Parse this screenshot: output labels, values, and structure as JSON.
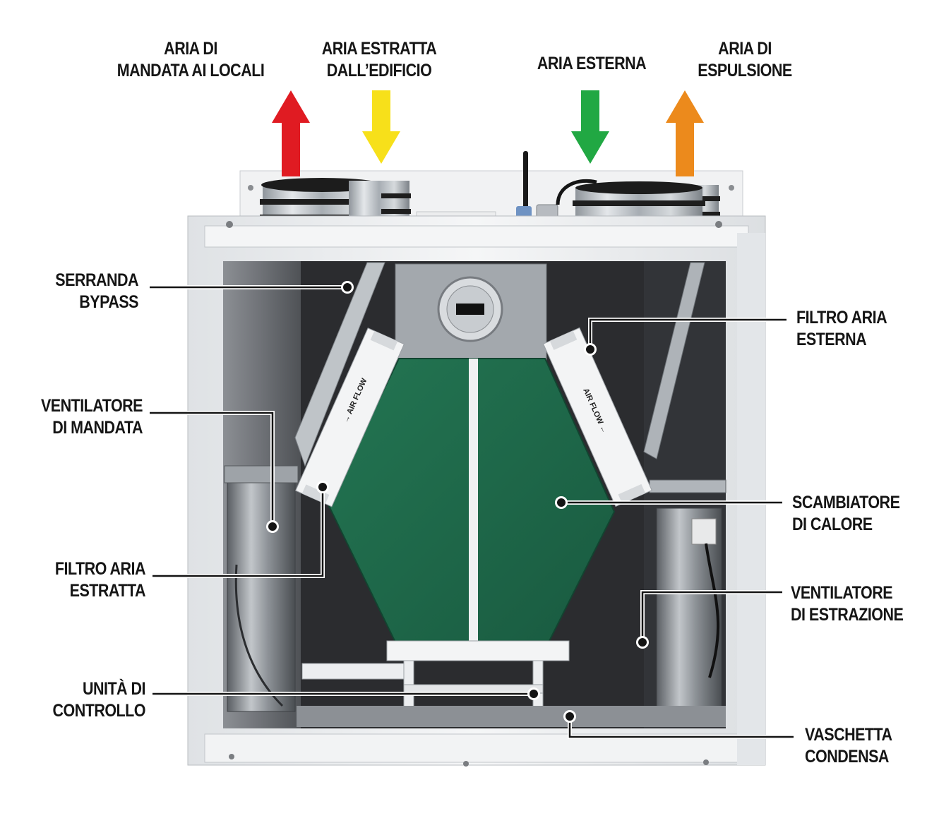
{
  "top_labels": [
    {
      "id": "supply-air",
      "lines": [
        "ARIA DI",
        "MANDATA AI LOCALI"
      ],
      "arrow": "up",
      "color": "#e01b22"
    },
    {
      "id": "extract-air",
      "lines": [
        "ARIA ESTRATTA",
        "DALL’EDIFICIO"
      ],
      "arrow": "down",
      "color": "#f7e01a"
    },
    {
      "id": "outdoor-air",
      "lines": [
        "ARIA ESTERNA"
      ],
      "arrow": "down",
      "color": "#21a843"
    },
    {
      "id": "exhaust-air",
      "lines": [
        "ARIA DI",
        "ESPULSIONE"
      ],
      "arrow": "up",
      "color": "#ec8a1c"
    }
  ],
  "left_labels": [
    {
      "id": "bypass-damper",
      "lines": [
        "SERRANDA",
        "BYPASS"
      ]
    },
    {
      "id": "supply-fan",
      "lines": [
        "VENTILATORE",
        "DI MANDATA"
      ]
    },
    {
      "id": "extract-filter",
      "lines": [
        "FILTRO ARIA",
        "ESTRATTA"
      ]
    },
    {
      "id": "control-unit",
      "lines": [
        "UNITÀ DI",
        "CONTROLLO"
      ]
    }
  ],
  "right_labels": [
    {
      "id": "outdoor-filter",
      "lines": [
        "FILTRO ARIA",
        "ESTERNA"
      ]
    },
    {
      "id": "heat-exchanger",
      "lines": [
        "SCAMBIATORE",
        "DI CALORE"
      ]
    },
    {
      "id": "extract-fan",
      "lines": [
        "VENTILATORE",
        "DI ESTRAZIONE"
      ]
    },
    {
      "id": "condensate-tray",
      "lines": [
        "VASCHETTA",
        "CONDENSA"
      ]
    }
  ],
  "filter_print": "AIR FLOW",
  "colors": {
    "exchanger": "#1f6b4c",
    "cabinet": "#eef0f2",
    "interior": "#2a2b2e",
    "leader": "#141414"
  }
}
